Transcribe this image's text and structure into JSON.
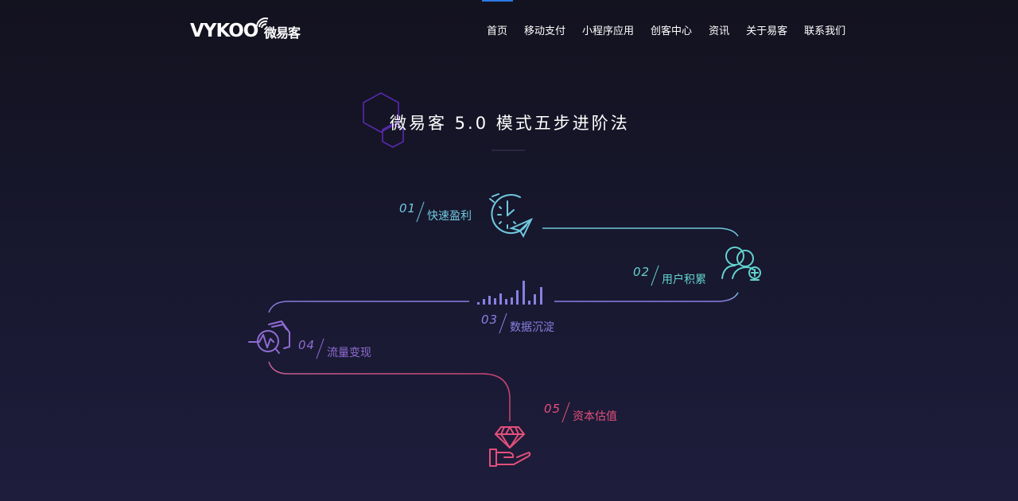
{
  "header": {
    "logo": {
      "latin": "VYKOO",
      "chinese": "微易客"
    },
    "nav": [
      {
        "label": "首页",
        "active": true
      },
      {
        "label": "移动支付"
      },
      {
        "label": "小程序应用"
      },
      {
        "label": "创客中心"
      },
      {
        "label": "资讯"
      },
      {
        "label": "关于易客"
      },
      {
        "label": "联系我们"
      }
    ]
  },
  "main": {
    "title": "微易客 5.0 模式五步进阶法",
    "steps": [
      {
        "num": "01",
        "label": "快速盈利",
        "icon": "clock-paper-plane-icon",
        "color": "#6fc9de"
      },
      {
        "num": "02",
        "label": "用户积累",
        "icon": "users-add-icon",
        "color": "#63d2ce"
      },
      {
        "num": "03",
        "label": "数据沉淀",
        "icon": "bar-chart-icon",
        "color": "#8a80e2"
      },
      {
        "num": "04",
        "label": "流量变现",
        "icon": "money-analytics-icon",
        "color": "#8f6cd2"
      },
      {
        "num": "05",
        "label": "资本估值",
        "icon": "diamond-hand-icon",
        "color": "#e2507a"
      }
    ]
  },
  "theme": {
    "accent_indicator": "#2b78e4",
    "hexagon": "#5d2bb5"
  }
}
